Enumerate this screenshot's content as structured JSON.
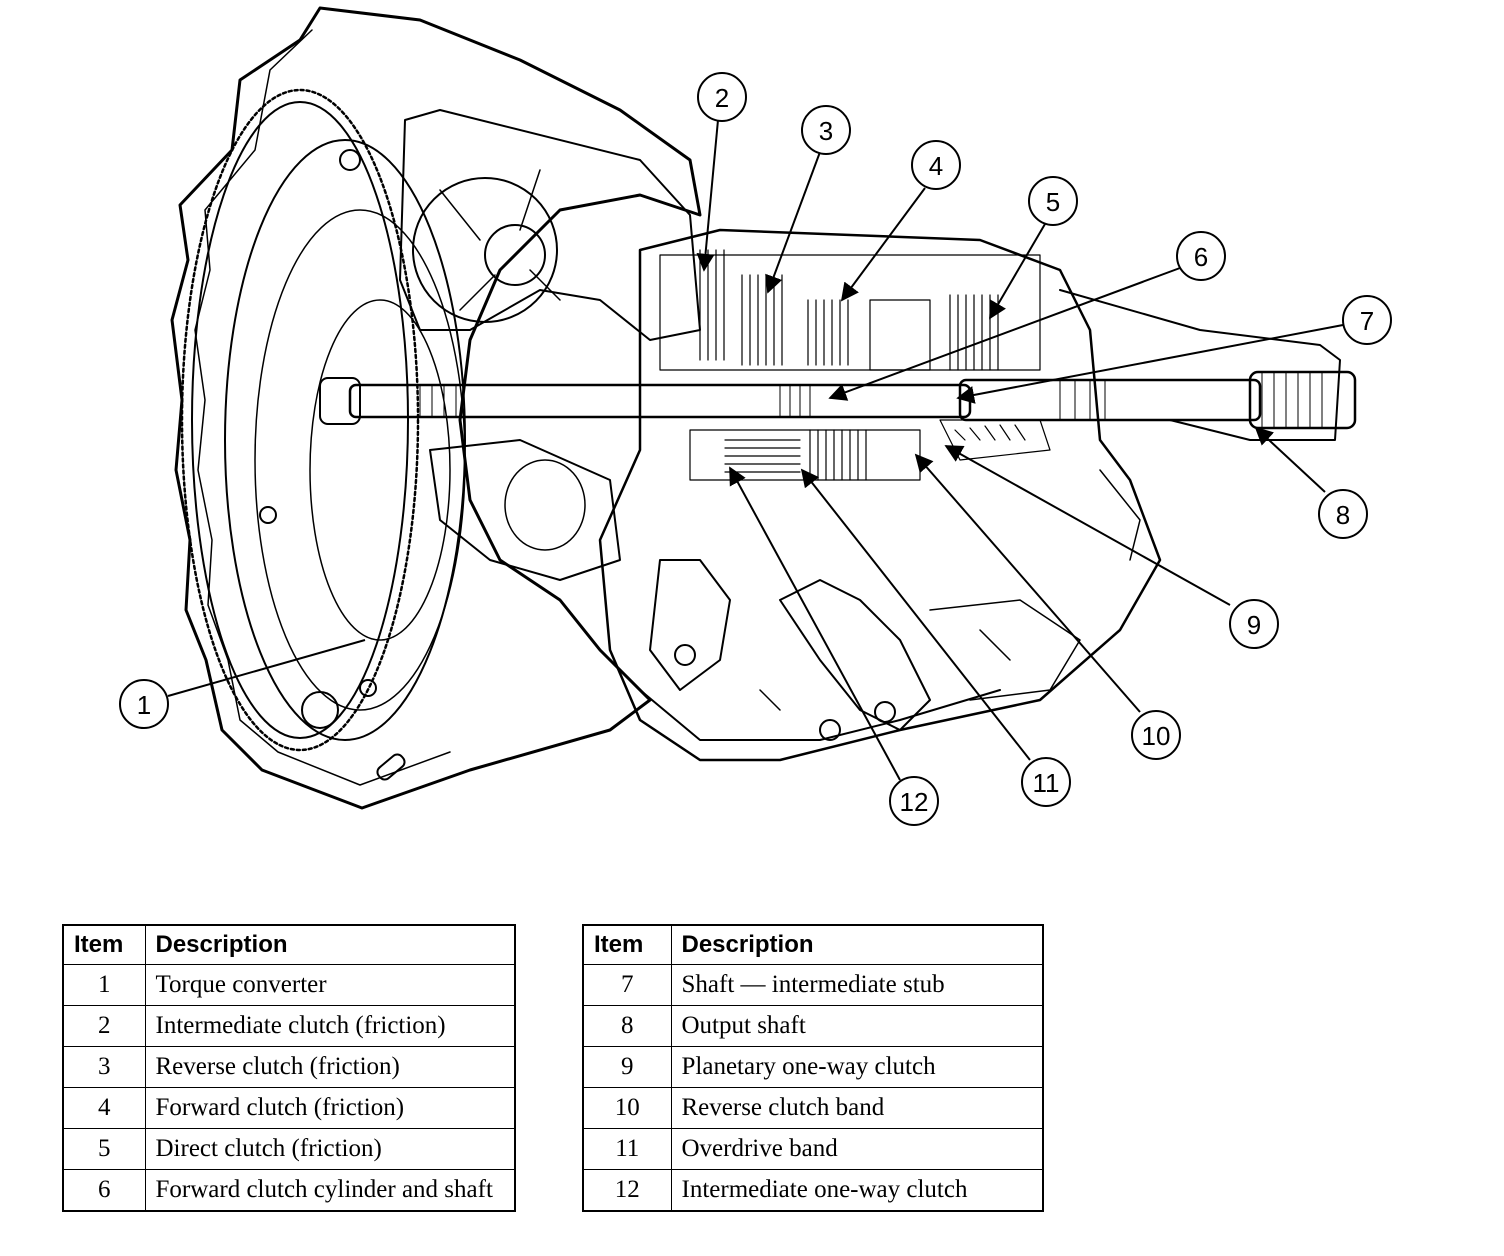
{
  "callouts": [
    {
      "id": "1"
    },
    {
      "id": "2"
    },
    {
      "id": "3"
    },
    {
      "id": "4"
    },
    {
      "id": "5"
    },
    {
      "id": "6"
    },
    {
      "id": "7"
    },
    {
      "id": "8"
    },
    {
      "id": "9"
    },
    {
      "id": "10"
    },
    {
      "id": "11"
    },
    {
      "id": "12"
    }
  ],
  "tables": [
    {
      "header": {
        "item": "Item",
        "description": "Description"
      },
      "rows": [
        {
          "item": "1",
          "description": "Torque converter"
        },
        {
          "item": "2",
          "description": "Intermediate clutch (friction)"
        },
        {
          "item": "3",
          "description": "Reverse clutch (friction)"
        },
        {
          "item": "4",
          "description": "Forward clutch (friction)"
        },
        {
          "item": "5",
          "description": "Direct clutch (friction)"
        },
        {
          "item": "6",
          "description": "Forward clutch cylinder and shaft"
        }
      ]
    },
    {
      "header": {
        "item": "Item",
        "description": "Description"
      },
      "rows": [
        {
          "item": "7",
          "description": "Shaft — intermediate stub"
        },
        {
          "item": "8",
          "description": "Output shaft"
        },
        {
          "item": "9",
          "description": "Planetary one-way clutch"
        },
        {
          "item": "10",
          "description": "Reverse clutch band"
        },
        {
          "item": "11",
          "description": "Overdrive band"
        },
        {
          "item": "12",
          "description": "Intermediate one-way clutch"
        }
      ]
    }
  ]
}
